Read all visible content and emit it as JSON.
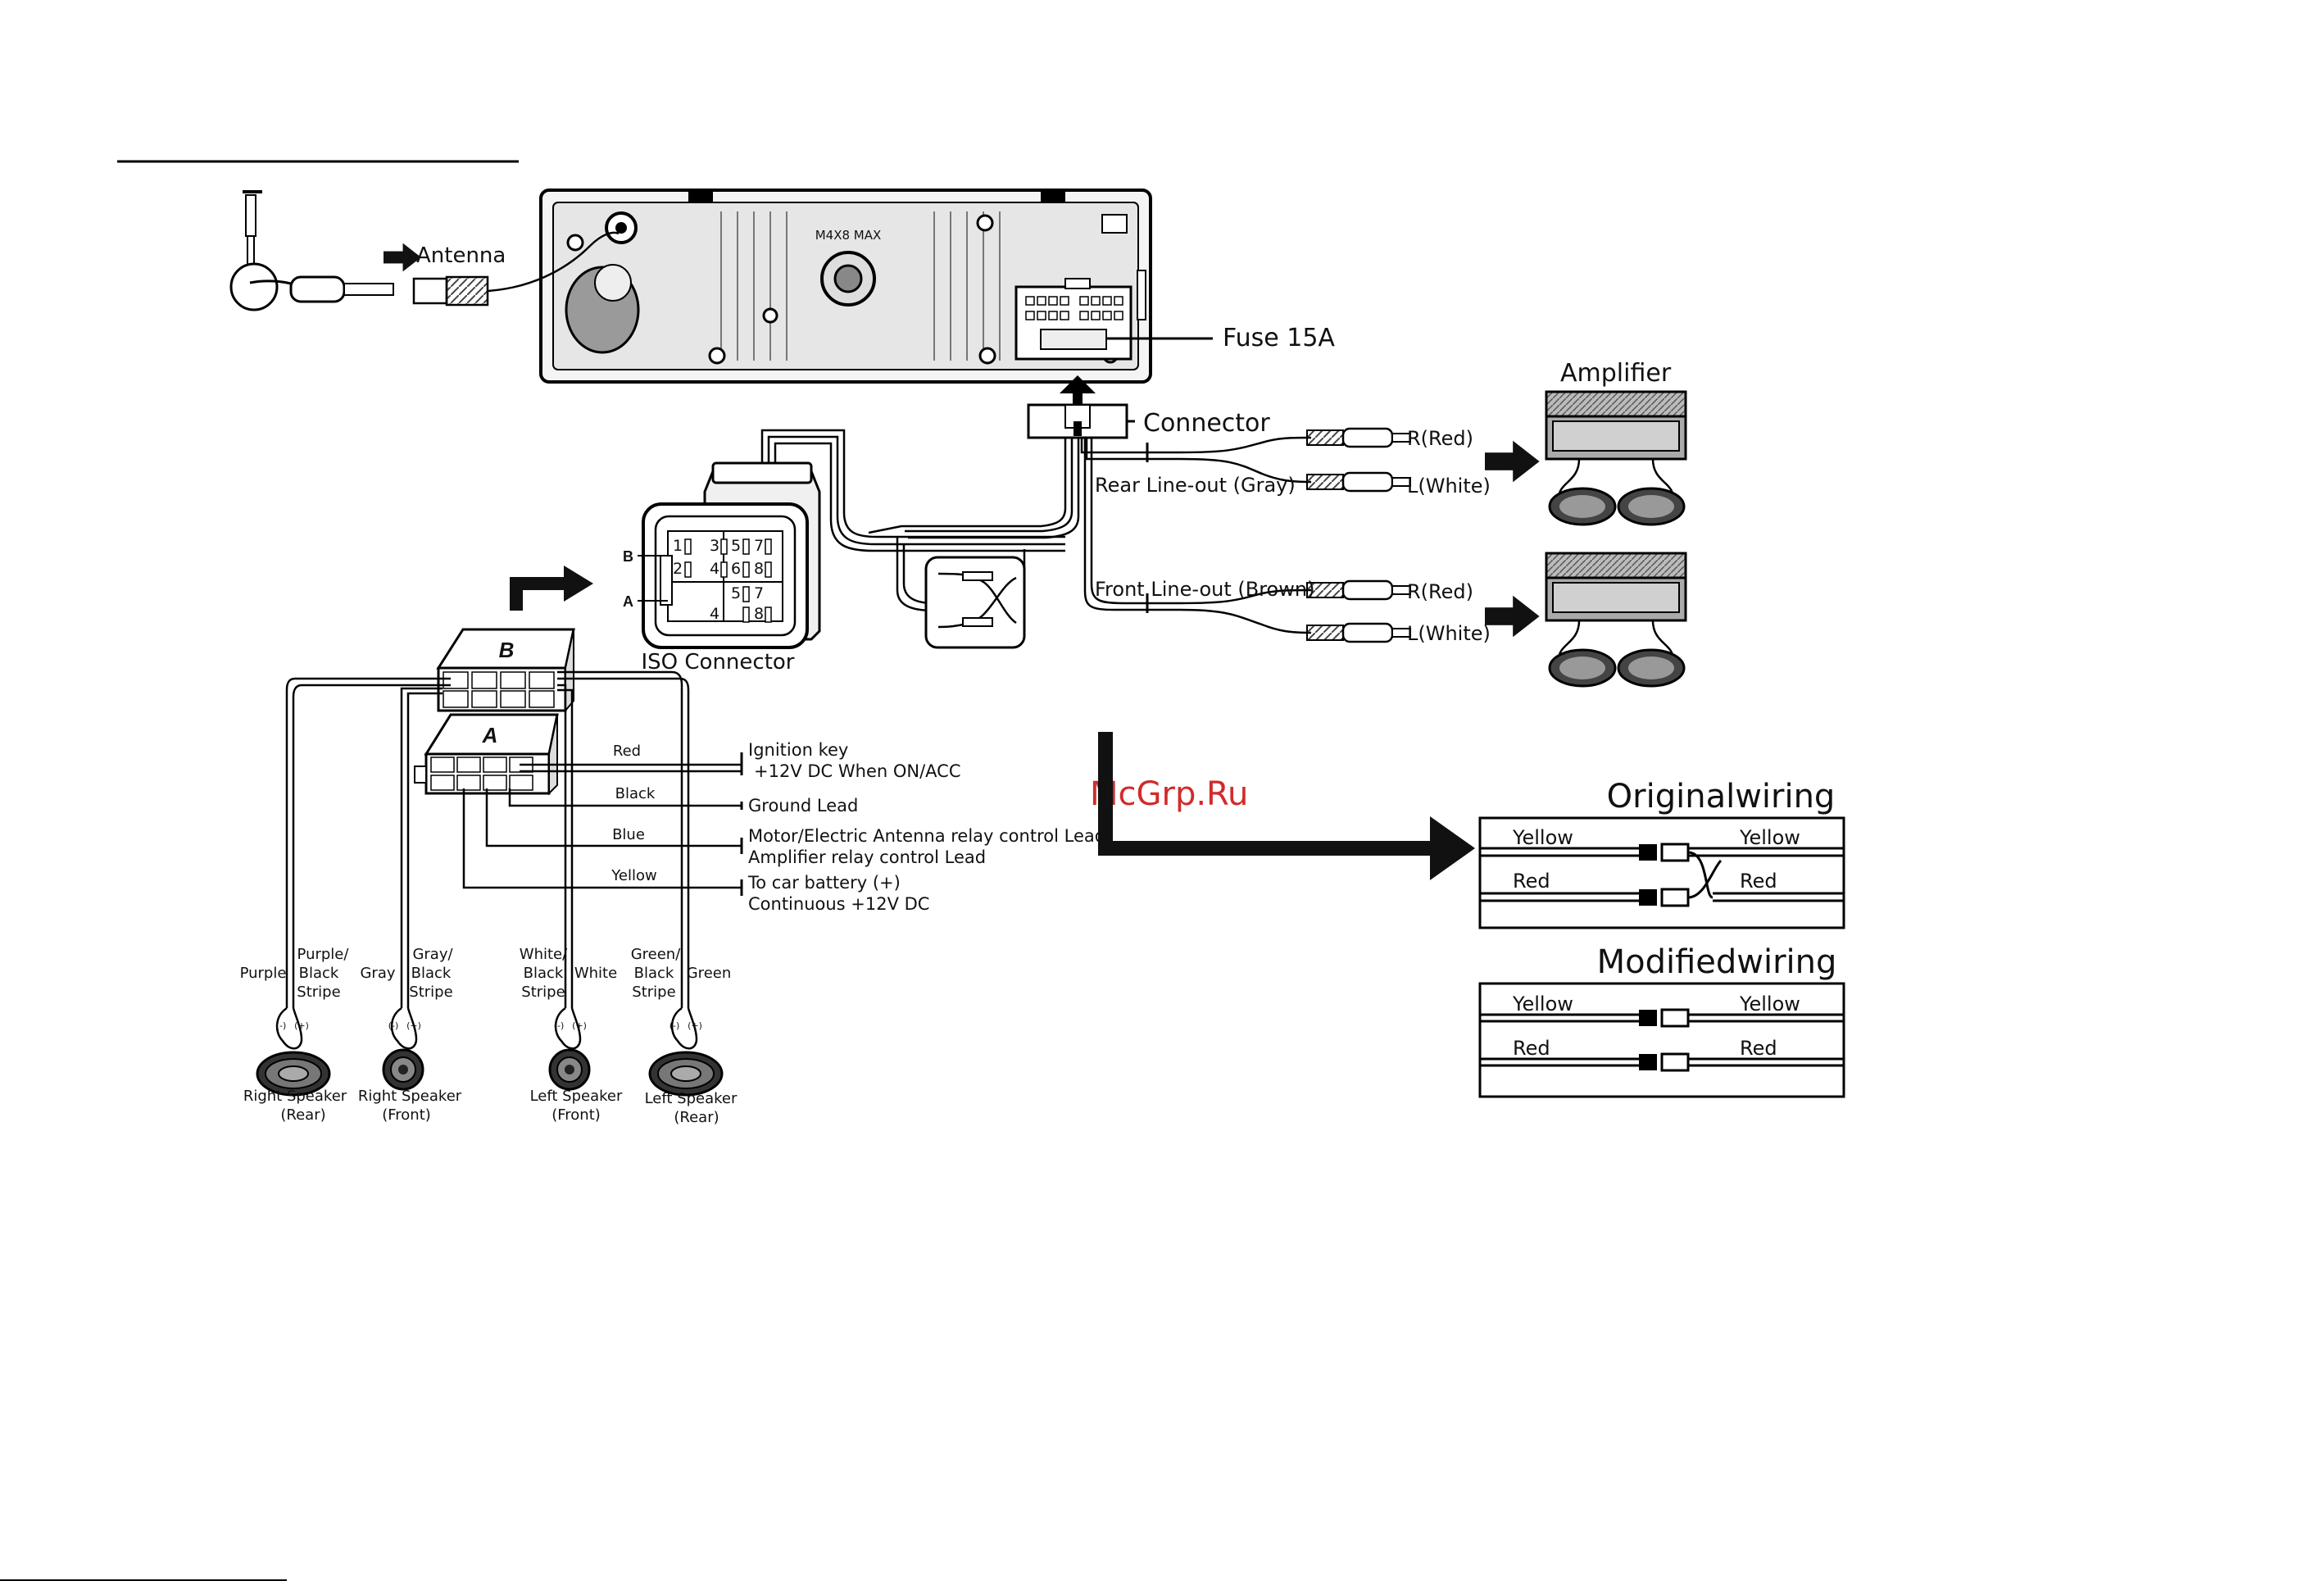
{
  "watermark": "McGrp.Ru",
  "head_unit": {
    "antenna_label": "Antenna",
    "screw_label": "M4X8 MAX",
    "fuse_label": "Fuse 15A",
    "connector_label": "Connector"
  },
  "iso": {
    "label": "ISO Connector",
    "b_label": "B",
    "a_label": "A",
    "b_pins": [
      "1",
      "3",
      "5",
      "7",
      "2",
      "4",
      "6",
      "8"
    ],
    "a_pins": [
      "5",
      "7",
      "4",
      "8"
    ]
  },
  "harness": {
    "block_b": "B",
    "block_a": "A",
    "leads": [
      {
        "color": "Red",
        "desc": [
          "Ignition key",
          "+12V DC When ON/ACC"
        ]
      },
      {
        "color": "Black",
        "desc": [
          "Ground Lead"
        ]
      },
      {
        "color": "Blue",
        "desc": [
          "Motor/Electric Antenna relay control Lead",
          "Amplifier relay control Lead"
        ]
      },
      {
        "color": "Yellow",
        "desc": [
          "To car battery (+)",
          "Continuous +12V DC"
        ]
      }
    ]
  },
  "speaker_wires": [
    {
      "lines": [
        "Purple"
      ]
    },
    {
      "lines": [
        "Purple/",
        "Black",
        "Stripe"
      ]
    },
    {
      "lines": [
        "Gray"
      ]
    },
    {
      "lines": [
        "Gray/",
        "Black",
        "Stripe"
      ]
    },
    {
      "lines": [
        "White/",
        "Black",
        "Stripe"
      ]
    },
    {
      "lines": [
        "White"
      ]
    },
    {
      "lines": [
        "Green/",
        "Black",
        "Stripe"
      ]
    },
    {
      "lines": [
        "Green"
      ]
    }
  ],
  "speakers": [
    {
      "name": "Right Speaker",
      "pos": "(Rear)"
    },
    {
      "name": "Right Speaker",
      "pos": "(Front)"
    },
    {
      "name": "Left Speaker",
      "pos": "(Front)"
    },
    {
      "name": "Left Speaker",
      "pos": "(Rear)"
    }
  ],
  "polarity": {
    "minus": "(-)",
    "plus": "(+)"
  },
  "line_out": {
    "rear": "Rear Line-out (Gray)",
    "front": "Front Line-out (Brown)",
    "r": "R(Red)",
    "l": "L(White)"
  },
  "amplifier_label": "Amplifier",
  "wiring": {
    "original_title": "Originalwiring",
    "modified_title": "Modifiedwiring",
    "yellow": "Yellow",
    "red": "Red"
  }
}
